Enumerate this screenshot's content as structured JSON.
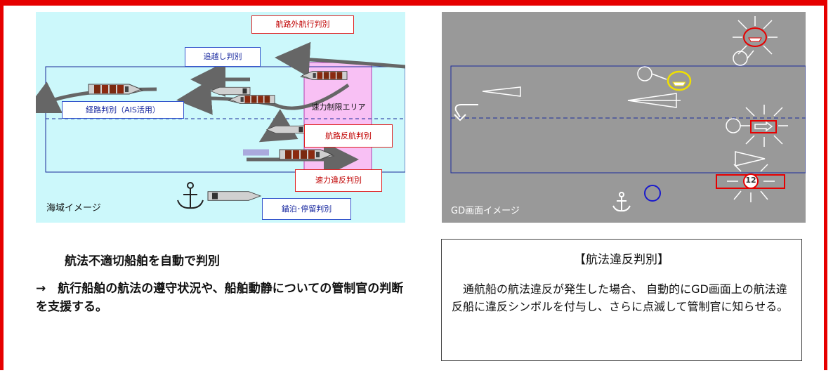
{
  "page_title_fragment": "る航行不適切船舶の自動判定",
  "sea_image": {
    "caption": "海域イメージ",
    "labels": {
      "off_route": "航路外航行判別",
      "overtaking": "追越し判別",
      "route_ais": "経路判別（AIS活用）",
      "speed_zone": "速力制限エリア",
      "reverse": "航路反航判別",
      "speed_violation": "速力違反判別",
      "anchoring": "錨泊･停留判別"
    },
    "colors": {
      "background": "#ccf8fb",
      "zone": "#f8c0f4",
      "ship": "#8b2a10"
    }
  },
  "gd_image": {
    "caption": "GD画面イメージ",
    "speed_badge": "12",
    "colors": {
      "background": "#999999",
      "alert": "#e60000",
      "highlight": "#f0e000",
      "route": "#1a2a9a"
    }
  },
  "left_text": {
    "heading": "航法不適切船舶を自動で判別",
    "body": "→　航行船舶の航法の遵守状況や、船舶動静についての管制官の判断を支援する。"
  },
  "right_box": {
    "title": "【航法違反判別】",
    "body": "　通航船の航法違反が発生した場合、 自動的にGD画面上の航法違反船に違反シンボルを付与し、さらに点滅して管制官に知らせる。"
  }
}
